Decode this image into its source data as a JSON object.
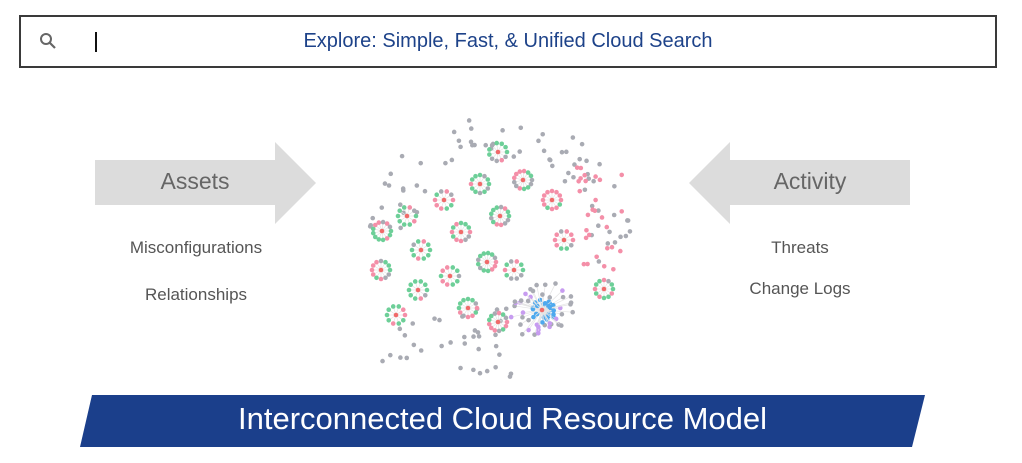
{
  "search": {
    "placeholder": "Explore: Simple, Fast, & Unified Cloud Search",
    "icon": "search-icon"
  },
  "left": {
    "title": "Assets",
    "items": [
      "Misconfigurations",
      "Relationships"
    ]
  },
  "right": {
    "title": "Activity",
    "items": [
      "Threats",
      "Change Logs"
    ]
  },
  "banner": {
    "text": "Interconnected Cloud Resource Model",
    "color": "#1b3f8b"
  },
  "colors": {
    "gray": "#a9abb3",
    "pink": "#f48fa8",
    "green": "#6dcf98",
    "red": "#f06a6a",
    "purple": "#c79cf0",
    "blue": "#4ea9ee",
    "arrow": "#dcdcdc"
  }
}
